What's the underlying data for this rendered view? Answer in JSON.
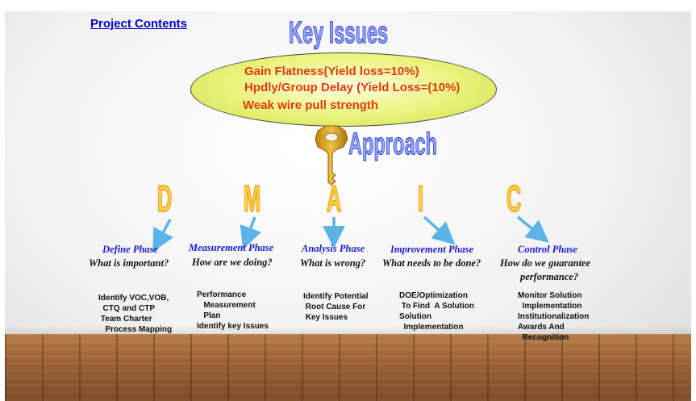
{
  "slide": {
    "title": "Project Contents",
    "key_issues_heading": "Key Issues",
    "approach_heading": "Approach",
    "issues": [
      "Gain Flatness(Yield loss=10%)",
      "Hpdly/Group Delay (Yield Loss=(10%)",
      "Weak wire pull strength"
    ],
    "phases": [
      {
        "letter": "D",
        "name": "Define Phase",
        "question": "What is important?",
        "details": "Identify VOC,VOB,\n  CTQ and CTP\n Team Charter\n   Process Mapping"
      },
      {
        "letter": "M",
        "name": "Measurement Phase",
        "question": "How are we doing?",
        "details": "Performance\n   Measurement\n   Plan\nIdentify key Issues"
      },
      {
        "letter": "A",
        "name": "Analysis Phase",
        "question": "What is wrong?",
        "details": "Identify Potential\n Root Cause For\n Key Issues"
      },
      {
        "letter": "I",
        "name": "Improvement Phase",
        "question": "What needs to be done?",
        "details": "DOE/Optimization\n To Find  A Solution\nSolution\n  Implementation"
      },
      {
        "letter": "C",
        "name": "Control Phase",
        "question": "How do we guarantee",
        "question2": "performance?",
        "details": "Monitor Solution\n  Implementation\nInstitutionalization\nAwards And\n  Recognition"
      }
    ],
    "colors": {
      "title": "#0000cc",
      "issue_text": "#e03a10",
      "phase_name": "#1a1acc",
      "arrow": "#5ab4e8",
      "letter_fill": "#ffd43a"
    },
    "icons": {
      "key": "key-icon"
    }
  }
}
